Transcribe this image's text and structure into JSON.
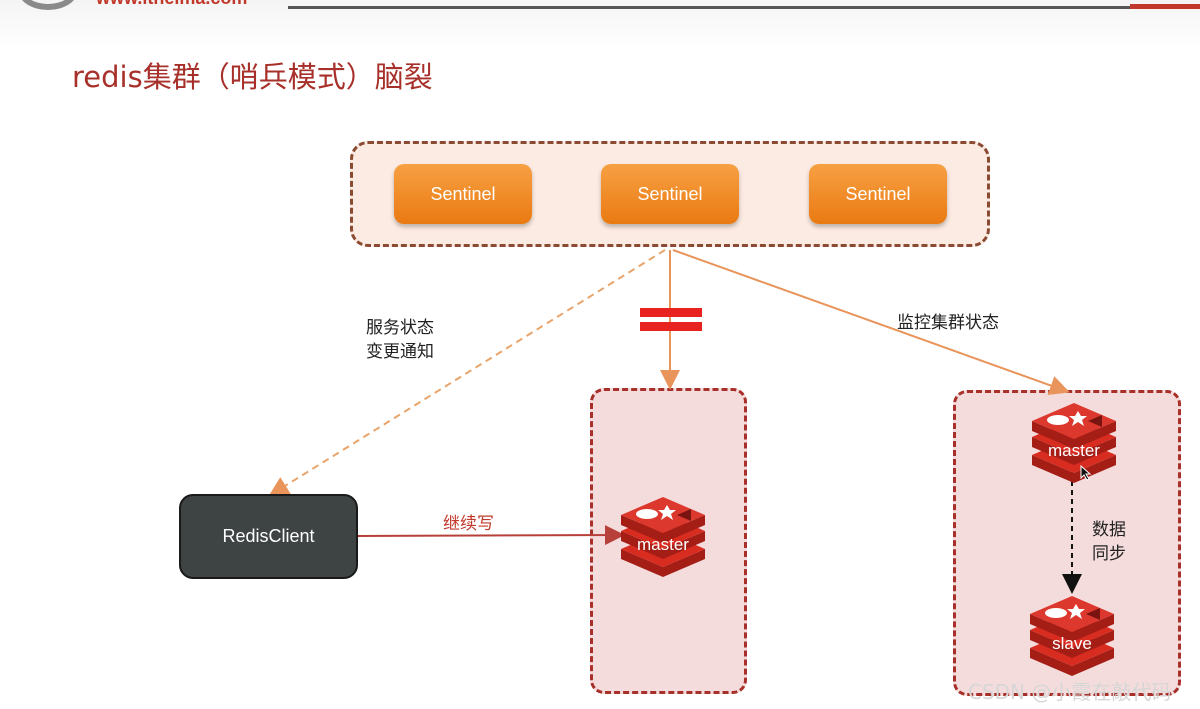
{
  "header": {
    "site_url": "www.itheima.com",
    "title": "redis集群（哨兵模式）脑裂"
  },
  "sentinels": [
    "Sentinel",
    "Sentinel",
    "Sentinel"
  ],
  "client": {
    "label": "RedisClient"
  },
  "edges": {
    "notify_line1": "服务状态",
    "notify_line2": "变更通知",
    "monitor": "监控集群状态",
    "continue_write": "继续写",
    "sync_line1": "数据",
    "sync_line2": "同步"
  },
  "nodes": {
    "old_master": "master",
    "new_master": "master",
    "slave": "slave"
  },
  "colors": {
    "title": "#a8302a",
    "sentinel": "#f08a24",
    "zone_border": "#a8302a",
    "redis_red": "#d82c20",
    "break_mark": "#e8221f"
  },
  "watermark": "CSDN @小霞在敲代码"
}
